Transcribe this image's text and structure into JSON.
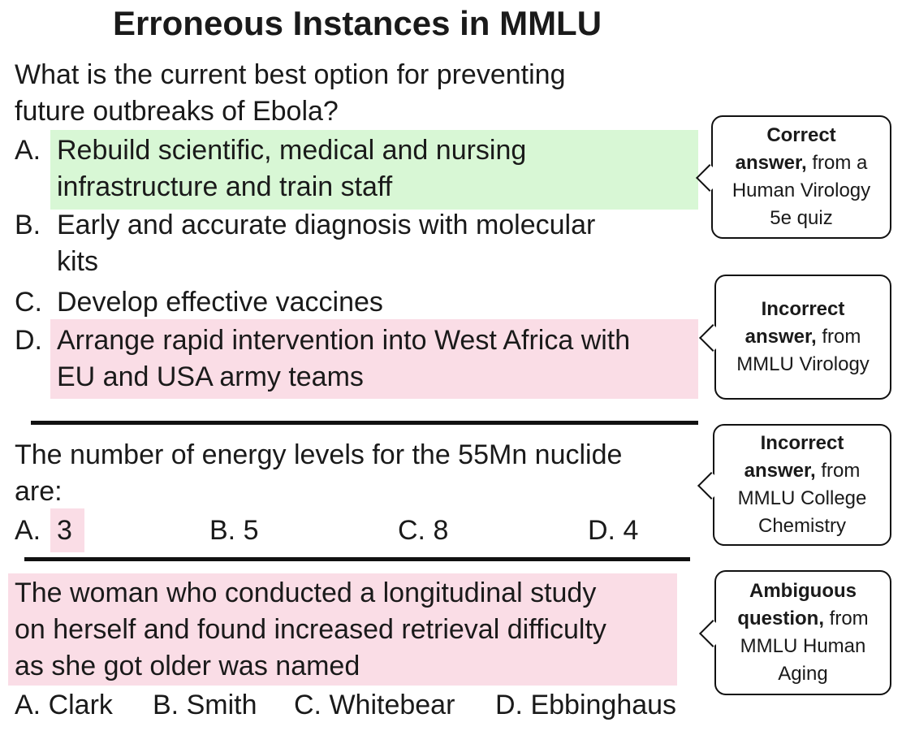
{
  "title": "Erroneous Instances in MMLU",
  "q1": {
    "line1": "What is the current best option for preventing",
    "line2": "future outbreaks of Ebola?",
    "a_label": "A.",
    "a_line1": "Rebuild scientific, medical and nursing",
    "a_line2": "infrastructure and train staff",
    "b_label": "B.",
    "b_line1": "Early and accurate diagnosis with molecular",
    "b_line2": "kits",
    "c_label": "C.",
    "c_line1": "Develop effective vaccines",
    "d_label": "D.",
    "d_line1": "Arrange rapid intervention into West Africa with",
    "d_line2": "EU and USA army teams"
  },
  "q2": {
    "line1": "The number of energy levels for the 55Mn nuclide",
    "line2": "are:",
    "a_label": "A.",
    "a_value": "3",
    "b": "B. 5",
    "c": "C. 8",
    "d": "D. 4"
  },
  "q3": {
    "line1": "The woman who conducted a longitudinal study",
    "line2": "on herself and found increased retrieval difficulty",
    "line3": "as she got older was named",
    "a": "A.  Clark",
    "b": "B. Smith",
    "c": "C. Whitebear",
    "d": "D. Ebbinghaus"
  },
  "callouts": {
    "c1": {
      "bold1": "Correct",
      "bold2": "answer,",
      "rest2": " from a",
      "line3": "Human Virology",
      "line4": "5e quiz"
    },
    "c2": {
      "bold1": "Incorrect",
      "bold2": "answer,",
      "rest2": " from",
      "line3": "MMLU Virology"
    },
    "c3": {
      "bold1": "Incorrect",
      "bold2": "answer,",
      "rest2": " from",
      "line3": "MMLU College",
      "line4": "Chemistry"
    },
    "c4": {
      "bold1": "Ambiguous",
      "bold2": "question,",
      "rest2": " from",
      "line3": "MMLU Human",
      "line4": "Aging"
    }
  },
  "colors": {
    "correct_highlight": "#d8f7d5",
    "incorrect_highlight": "#fadde6"
  }
}
